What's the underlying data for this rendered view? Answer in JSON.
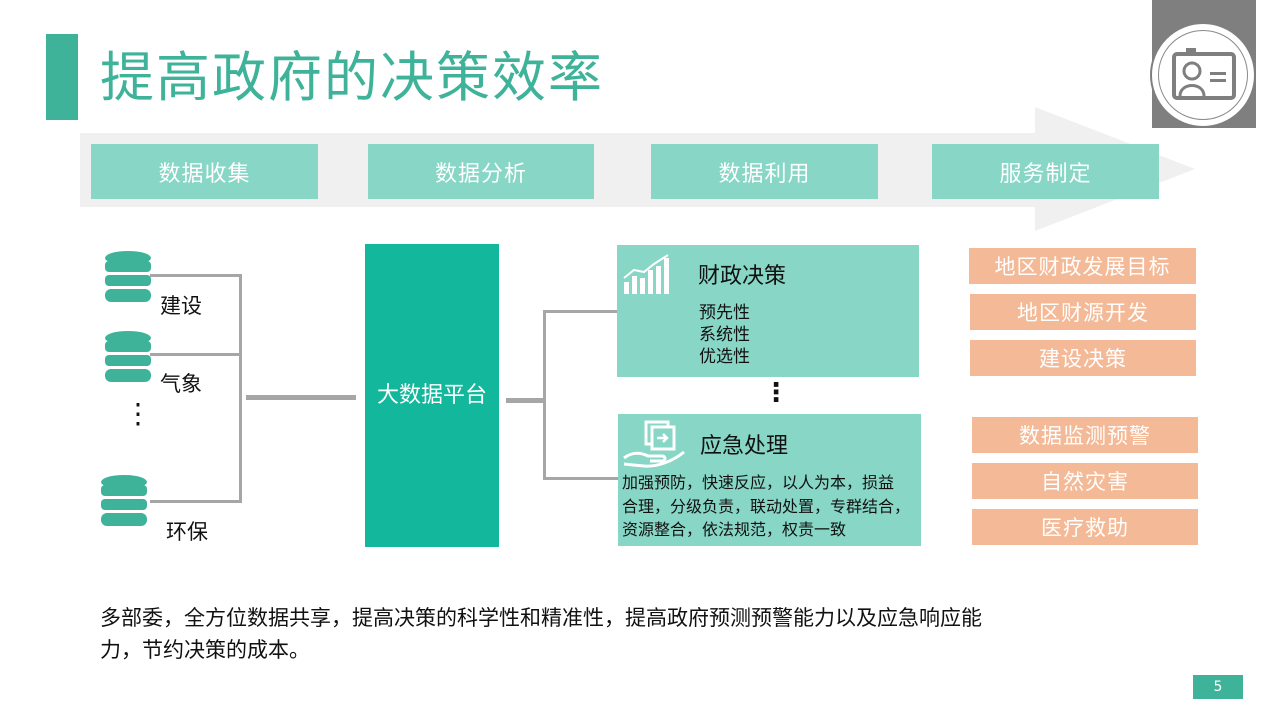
{
  "slide": {
    "title": "提高政府的决策效率",
    "page_number": "5"
  },
  "flow_steps": [
    "数据收集",
    "数据分析",
    "数据利用",
    "服务制定"
  ],
  "sources": [
    {
      "label": "建设"
    },
    {
      "label": "气象"
    },
    {
      "label": "⋮"
    },
    {
      "label": "环保"
    }
  ],
  "platform": {
    "label": "大数据平台"
  },
  "panels": {
    "finance": {
      "title": "财政决策",
      "items": [
        "预先性",
        "系统性",
        "优选性"
      ]
    },
    "connector": "⋮",
    "emergency": {
      "title": "应急处理",
      "desc_lines": [
        "加强预防，快速反应，以人为本，损益",
        "合理，分级负责，联动处置，专群结合，",
        "资源整合，依法规范，权责一致"
      ]
    }
  },
  "tags_top": [
    "地区财政发展目标",
    "地区财源开发",
    "建设决策"
  ],
  "tags_bottom": [
    "数据监测预警",
    "自然灾害",
    "医疗救助"
  ],
  "footer": {
    "lines": [
      "多部委，全方位数据共享，提高决策的科学性和精准性，提高政府预测预警能力以及应急响应能",
      "力，节约决策的成本。"
    ]
  },
  "colors": {
    "accent": "#3fb39a",
    "platform": "#13b79b",
    "panel": "#87d6c6",
    "tag": "#f4b996"
  },
  "icons": [
    "id-card-icon",
    "database-icon",
    "bar-chart-icon",
    "hand-document-icon"
  ]
}
